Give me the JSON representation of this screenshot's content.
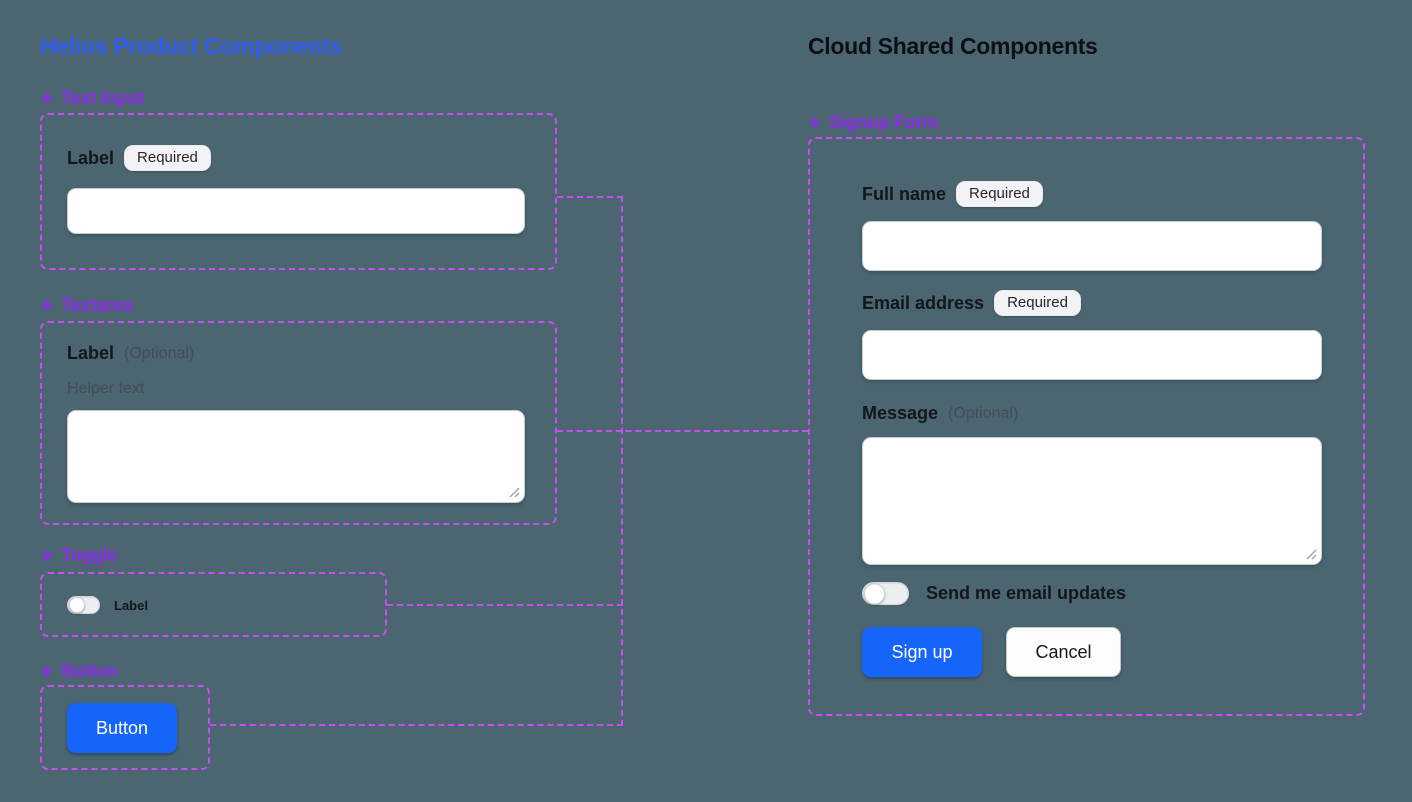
{
  "colors": {
    "background": "#4b6670",
    "helios_title_blue": "#2f5cf2",
    "component_label_purple": "#8d2ceb",
    "annotation_outline_purple": "#c74ef2",
    "primary_button_blue": "#1565fb",
    "badge_background": "#f3f3f6",
    "text_dark": "#14161b",
    "text_muted": "#454c57"
  },
  "icons": {
    "section_marker": "❖",
    "resize_handle": "resize-grip"
  },
  "helios": {
    "title": "Helios Product Components",
    "text_input": {
      "section_label": "Text Input",
      "field_label": "Label",
      "badge": "Required",
      "value": ""
    },
    "textarea": {
      "section_label": "Textarea",
      "field_label": "Label",
      "optional_note": "(Optional)",
      "helper_text": "Helper text",
      "value": ""
    },
    "toggle": {
      "section_label": "Toggle",
      "toggle_label": "Label",
      "state": "off"
    },
    "button": {
      "section_label": "Button",
      "button_label": "Button"
    }
  },
  "cloud": {
    "title": "Cloud Shared Components",
    "signup": {
      "section_label": "Signup Form",
      "full_name": {
        "label": "Full name",
        "badge": "Required",
        "value": ""
      },
      "email": {
        "label": "Email address",
        "badge": "Required",
        "value": ""
      },
      "message": {
        "label": "Message",
        "optional_note": "(Optional)",
        "value": ""
      },
      "updates_toggle_label": "Send me email updates",
      "updates_toggle_state": "off",
      "signup_button_label": "Sign up",
      "cancel_button_label": "Cancel"
    }
  }
}
